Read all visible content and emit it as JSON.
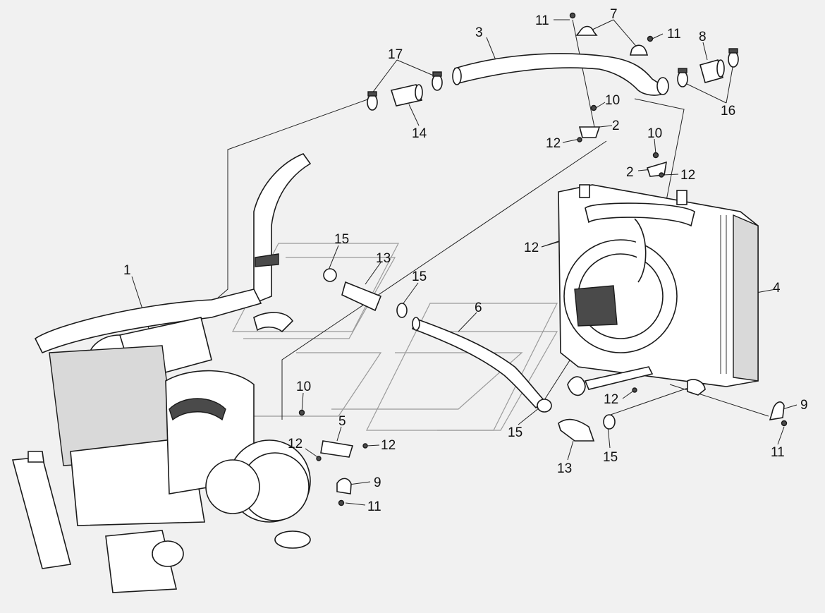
{
  "diagram": {
    "callouts": [
      {
        "id": "c1",
        "text": "1"
      },
      {
        "id": "c2a",
        "text": "2"
      },
      {
        "id": "c2b",
        "text": "2"
      },
      {
        "id": "c3",
        "text": "3"
      },
      {
        "id": "c4",
        "text": "4"
      },
      {
        "id": "c5",
        "text": "5"
      },
      {
        "id": "c6",
        "text": "6"
      },
      {
        "id": "c7",
        "text": "7"
      },
      {
        "id": "c8",
        "text": "8"
      },
      {
        "id": "c9a",
        "text": "9"
      },
      {
        "id": "c9b",
        "text": "9"
      },
      {
        "id": "c10a",
        "text": "10"
      },
      {
        "id": "c10b",
        "text": "10"
      },
      {
        "id": "c10c",
        "text": "10"
      },
      {
        "id": "c11a",
        "text": "11"
      },
      {
        "id": "c11b",
        "text": "11"
      },
      {
        "id": "c11c",
        "text": "11"
      },
      {
        "id": "c11d",
        "text": "11"
      },
      {
        "id": "c12a",
        "text": "12"
      },
      {
        "id": "c12b",
        "text": "12"
      },
      {
        "id": "c12c",
        "text": "12"
      },
      {
        "id": "c12d",
        "text": "12"
      },
      {
        "id": "c12e",
        "text": "12"
      },
      {
        "id": "c12f",
        "text": "12"
      },
      {
        "id": "c13a",
        "text": "13"
      },
      {
        "id": "c13b",
        "text": "13"
      },
      {
        "id": "c14",
        "text": "14"
      },
      {
        "id": "c15a",
        "text": "15"
      },
      {
        "id": "c15b",
        "text": "15"
      },
      {
        "id": "c15c",
        "text": "15"
      },
      {
        "id": "c15d",
        "text": "15"
      },
      {
        "id": "c16",
        "text": "16"
      },
      {
        "id": "c17",
        "text": "17"
      }
    ],
    "colors": {
      "background": "#f1f1f1",
      "line": "#1a1a1a",
      "shade": "#4a4a4a"
    }
  }
}
